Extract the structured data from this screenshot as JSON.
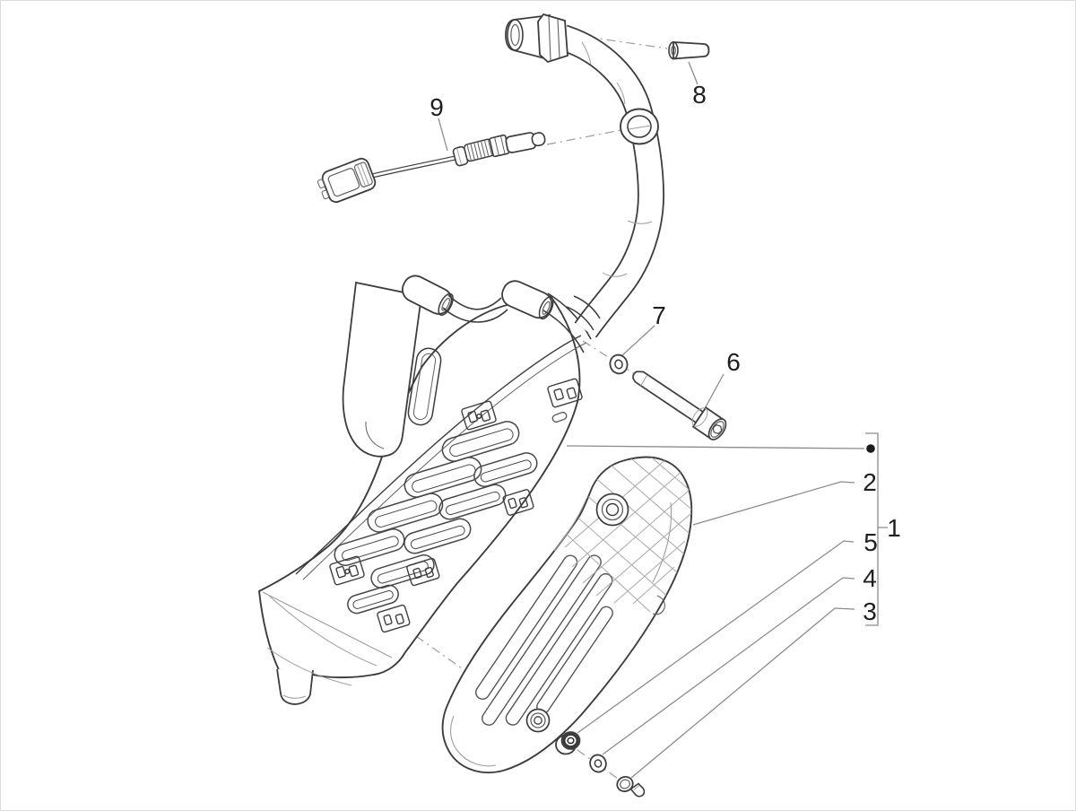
{
  "diagram": {
    "type": "exploded-parts-diagram",
    "subject": "scooter-exhaust-silencer",
    "background": "#ffffff",
    "line_color": "#3d3d3d",
    "leader_color": "#8c8c8c",
    "callout_color": "#1f1f1f",
    "group_dot_color": "#1b1b1b"
  },
  "callouts": [
    {
      "label": "1",
      "part": "silencer-assembly-bracket-group"
    },
    {
      "label": "2",
      "part": "heat-shield"
    },
    {
      "label": "3",
      "part": "button-screw"
    },
    {
      "label": "4",
      "part": "plain-washer"
    },
    {
      "label": "5",
      "part": "spacer-sleeve"
    },
    {
      "label": "6",
      "part": "socket-head-bolt"
    },
    {
      "label": "7",
      "part": "small-washer"
    },
    {
      "label": "8",
      "part": "spacer-bush"
    },
    {
      "label": "9",
      "part": "lambda-sensor"
    }
  ]
}
